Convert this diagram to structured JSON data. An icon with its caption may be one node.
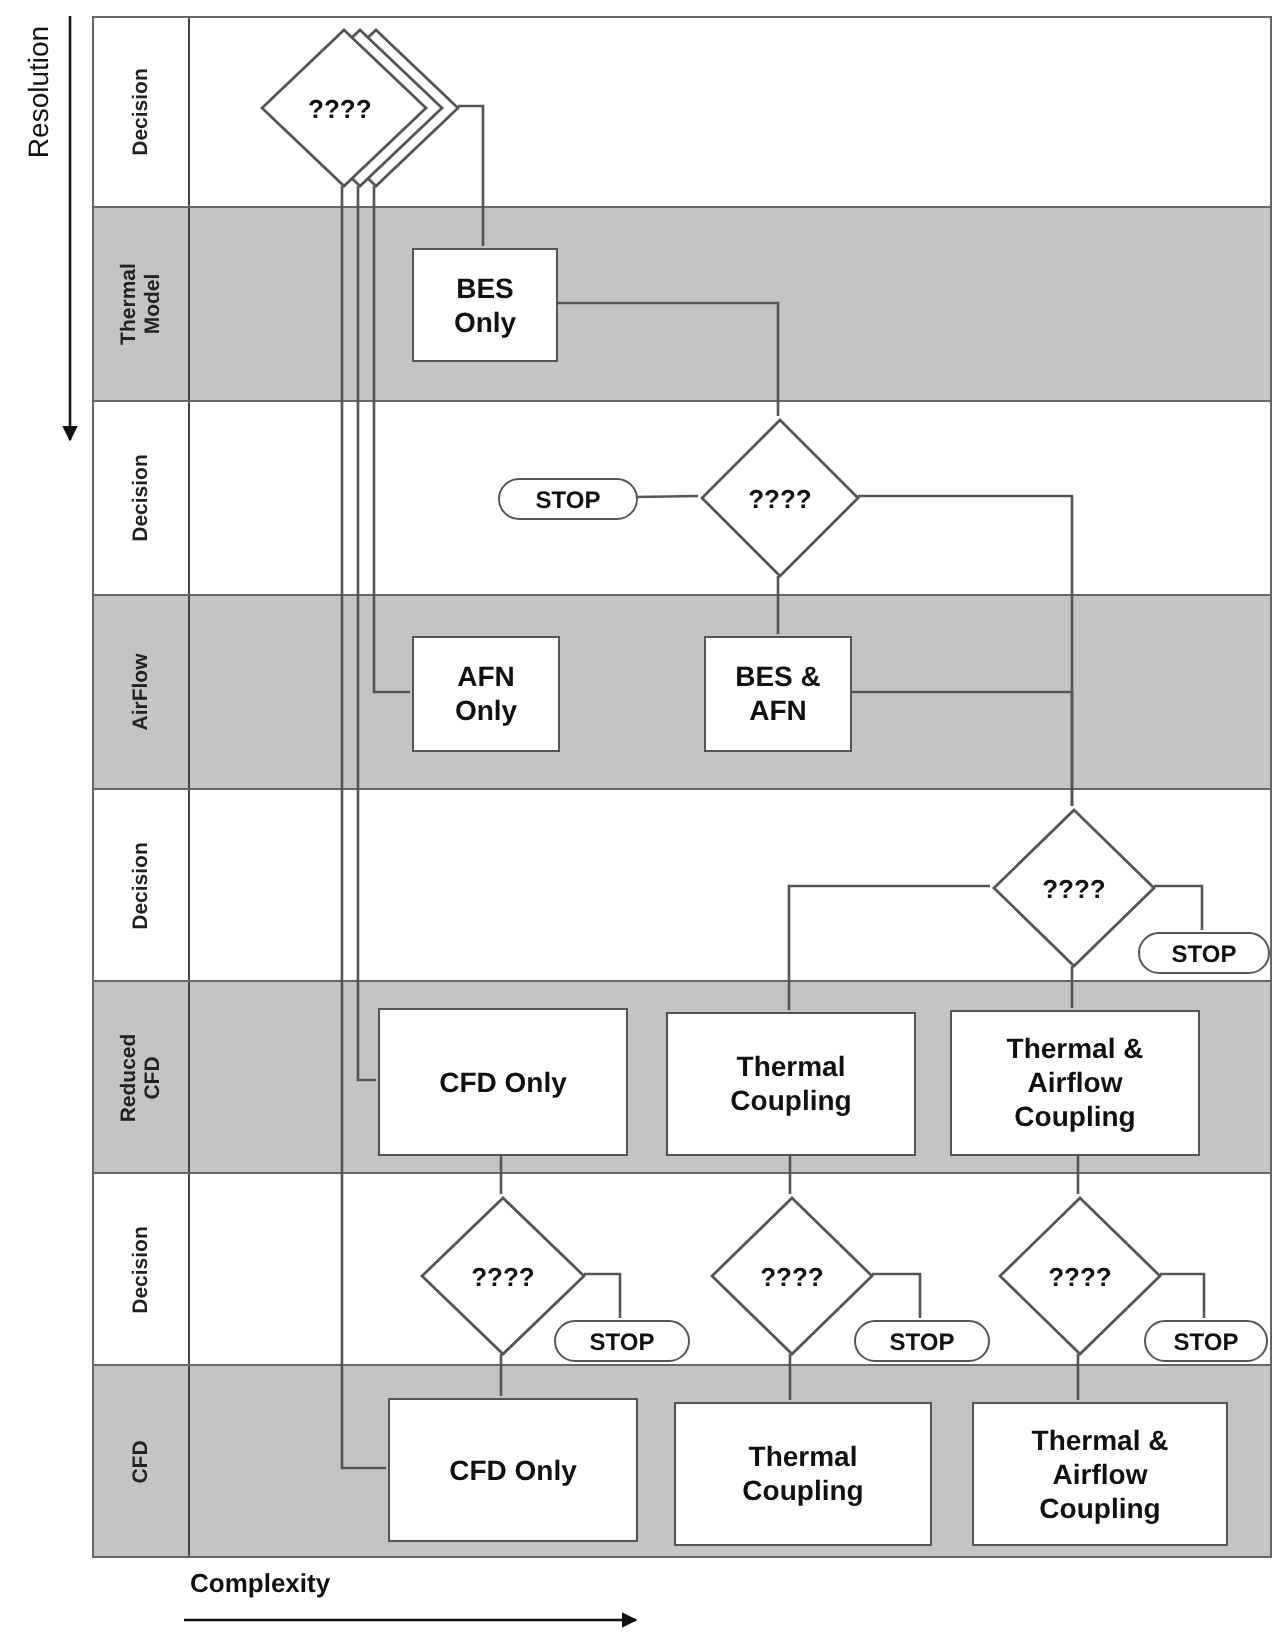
{
  "diagram": {
    "nodes": [
      {
        "text": [
          "Decision"
        ]
      },
      {
        "text": [
          "????"
        ],
        "in": 0
      },
      {
        "text": [
          "Thermal Model"
        ]
      },
      {
        "text": [
          "BES Only"
        ],
        "in": 2
      },
      {
        "text": [
          "Decision"
        ]
      },
      {
        "text": [
          "STOP"
        ],
        "in": 4
      },
      {
        "text": [
          "????"
        ],
        "in": 4
      },
      {
        "text": [
          "AirFlow"
        ]
      },
      {
        "text": [
          "AFN Only"
        ],
        "in": 7
      },
      {
        "text": [
          "BES & AFN"
        ],
        "in": 7
      },
      {
        "text": [
          "Decision"
        ]
      },
      {
        "text": [
          "????"
        ],
        "in": 10
      },
      {
        "text": [
          "STOP"
        ],
        "in": 10
      },
      {
        "text": [
          "Reduced CFD"
        ]
      },
      {
        "text": [
          "CFD Only"
        ],
        "in": 13
      },
      {
        "text": [
          "Thermal Coupling"
        ],
        "in": 13
      },
      {
        "text": [
          "Thermal & Airflow Coupling"
        ],
        "in": 13
      },
      {
        "text": [
          "Decision"
        ]
      },
      {
        "text": [
          "????"
        ],
        "in": 17
      },
      {
        "text": [
          "STOP"
        ],
        "in": 17
      },
      {
        "text": [
          "????"
        ],
        "in": 17
      },
      {
        "text": [
          "STOP"
        ],
        "in": 17
      },
      {
        "text": [
          "????"
        ],
        "in": 17
      },
      {
        "text": [
          "STOP"
        ],
        "in": 17
      },
      {
        "text": [
          "CFD"
        ]
      },
      {
        "text": [
          "CFD Only"
        ],
        "in": 24
      },
      {
        "text": [
          "Thermal Coupling"
        ],
        "in": 24
      },
      {
        "text": [
          "Thermal & Airflow Coupling"
        ],
        "in": 24
      }
    ],
    "edges": [
      {
        "from": 1,
        "to": 25,
        "arrow": "none"
      },
      {
        "from": 1,
        "to": 14,
        "arrow": "none"
      },
      {
        "from": 1,
        "to": 8,
        "arrow": "none"
      },
      {
        "from": 1,
        "to": 3,
        "arrow": "none"
      },
      {
        "from": 3,
        "to": 6,
        "arrow": "none"
      },
      {
        "from": 6,
        "to": 5,
        "arrow": "none"
      },
      {
        "from": 6,
        "to": 9,
        "arrow": "none"
      },
      {
        "from": 6,
        "to": 11,
        "arrow": "none"
      },
      {
        "from": 9,
        "to": 11,
        "arrow": "none"
      },
      {
        "from": 11,
        "to": 15,
        "arrow": "none"
      },
      {
        "from": 11,
        "to": 16,
        "arrow": "none"
      },
      {
        "from": 11,
        "to": 12,
        "arrow": "none"
      },
      {
        "from": 14,
        "to": 18,
        "arrow": "none"
      },
      {
        "from": 15,
        "to": 20,
        "arrow": "none"
      },
      {
        "from": 16,
        "to": 22,
        "arrow": "none"
      },
      {
        "from": 18,
        "to": 19,
        "arrow": "none"
      },
      {
        "from": 20,
        "to": 21,
        "arrow": "none"
      },
      {
        "from": 22,
        "to": 23,
        "arrow": "none"
      },
      {
        "from": 18,
        "to": 25,
        "arrow": "none"
      },
      {
        "from": 20,
        "to": 26,
        "arrow": "none"
      },
      {
        "from": 22,
        "to": 27,
        "arrow": "none"
      }
    ],
    "labels": [
      "Resolution",
      "Complexity"
    ]
  }
}
